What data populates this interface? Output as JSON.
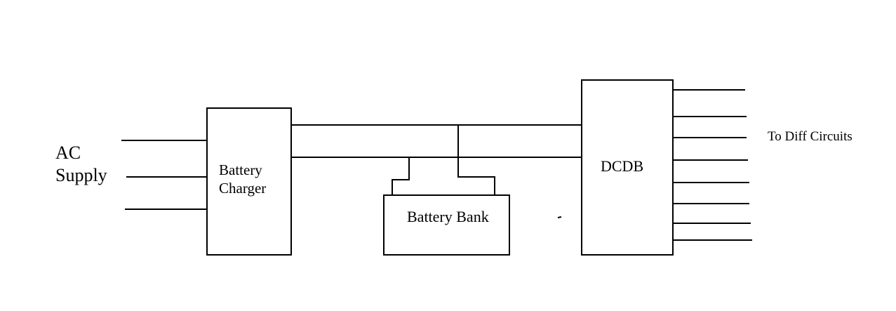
{
  "labels": {
    "ac_supply_line1": "AC",
    "ac_supply_line2": "Supply",
    "battery_charger_line1": "Battery",
    "battery_charger_line2": "Charger",
    "battery_bank": "Battery Bank",
    "dcdb": "DCDB",
    "outputs": "To Diff Circuits"
  },
  "connections": [
    {
      "from": "AC Supply",
      "to": "Battery Charger",
      "lines": 3
    },
    {
      "from": "Battery Charger",
      "to": "DCDB",
      "lines": 2
    },
    {
      "from": "DC bus",
      "to": "Battery Bank",
      "lines": 2
    },
    {
      "from": "DCDB",
      "to": "To Diff Circuits",
      "lines": 8
    }
  ],
  "colors": {
    "line": "#000000",
    "background": "#ffffff"
  }
}
